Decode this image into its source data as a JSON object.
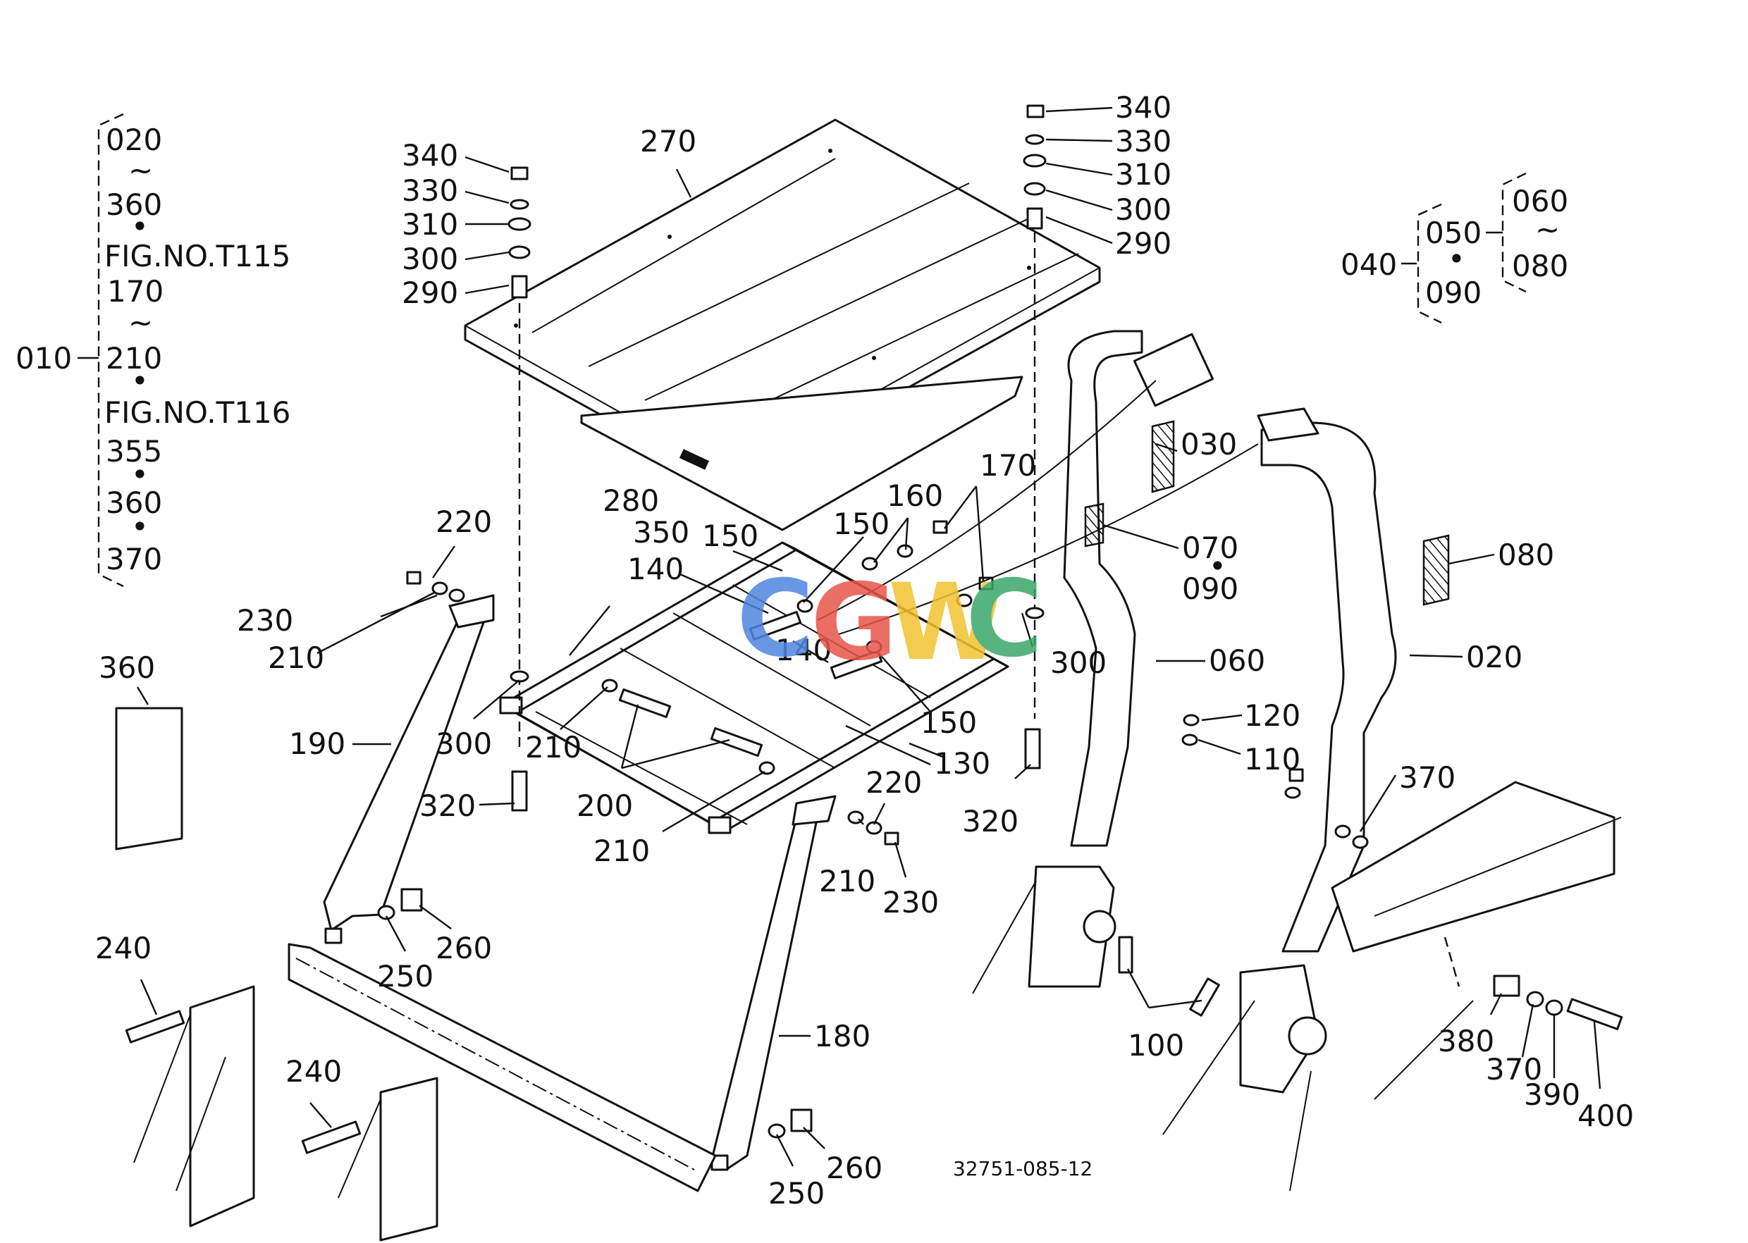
{
  "diagram": {
    "part_labels": [
      "010",
      "020",
      "030",
      "040",
      "050",
      "060",
      "070",
      "080",
      "090",
      "100",
      "110",
      "120",
      "130",
      "140",
      "150",
      "160",
      "170",
      "180",
      "190",
      "200",
      "210",
      "220",
      "230",
      "240",
      "250",
      "260",
      "270",
      "280",
      "290",
      "300",
      "310",
      "320",
      "330",
      "340",
      "350",
      "360",
      "370",
      "380",
      "390",
      "400"
    ],
    "tree_left": {
      "root": "010",
      "items": [
        "020",
        "~",
        "360",
        "•",
        "FIG.NO.T115",
        "170",
        "~",
        "210",
        "•",
        "FIG.NO.T116",
        "355",
        "•",
        "360",
        "•",
        "370"
      ]
    },
    "tree_right": {
      "root": "040",
      "mid": "050",
      "mid_bullet": "•",
      "mid_last": "090",
      "leaf_top": "060",
      "leaf_tilde": "~",
      "leaf_bottom": "080"
    },
    "drawing_number": "32751-085-12",
    "watermark": [
      "C",
      "G",
      "W",
      "C"
    ]
  },
  "colors": {
    "watermark": [
      "#4f86e0",
      "#e8554a",
      "#f2c230",
      "#3aa66a"
    ],
    "ink": "#111111"
  }
}
